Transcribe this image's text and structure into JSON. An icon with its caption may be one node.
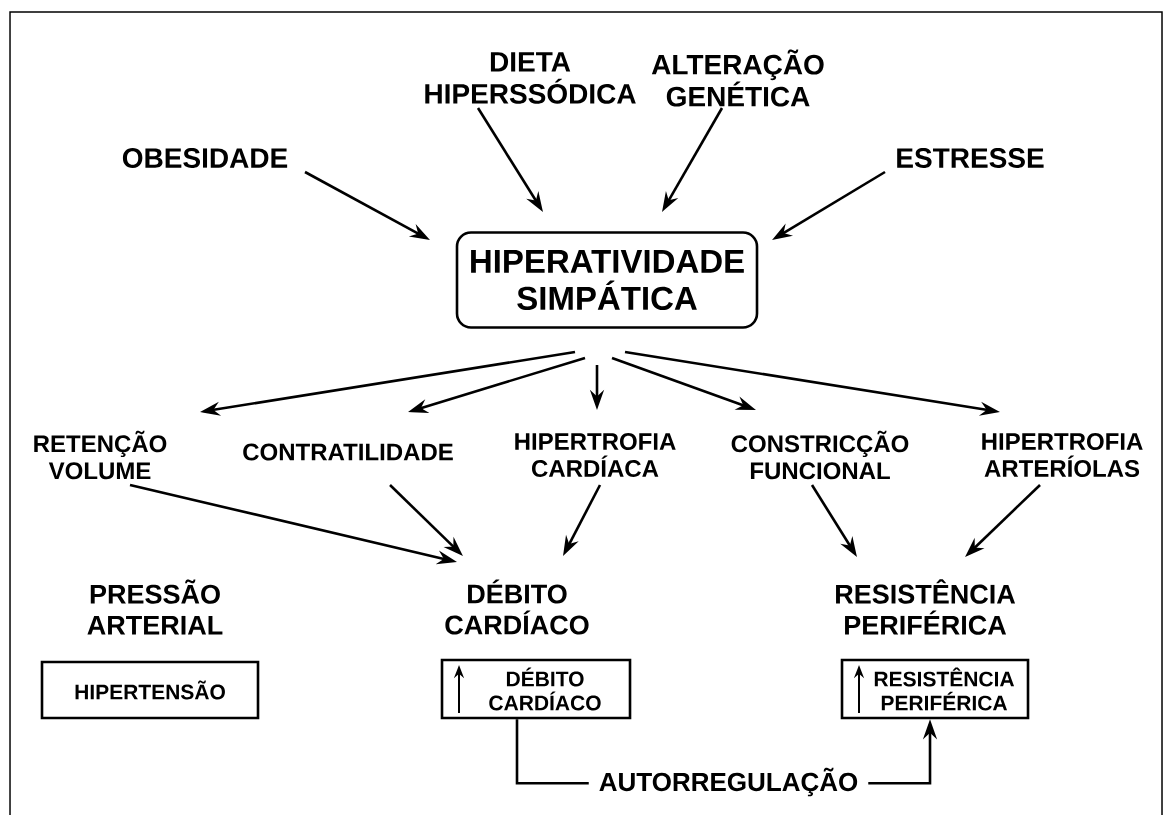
{
  "diagram": {
    "nodes": [
      {
        "text": [
          "OBESIDADE"
        ]
      },
      {
        "text": [
          "DIETA HIPERSSÓDICA"
        ]
      },
      {
        "text": [
          "ALTERAÇÃO GENÉTICA"
        ]
      },
      {
        "text": [
          "ESTRESSE"
        ]
      },
      {
        "text": [
          "HIPERATIVIDADE SIMPÁTICA"
        ]
      },
      {
        "text": [
          "RETENÇÃO VOLUME"
        ]
      },
      {
        "text": [
          "CONTRATILIDADE"
        ]
      },
      {
        "text": [
          "HIPERTROFIA CARDÍACA"
        ]
      },
      {
        "text": [
          "CONSTRICÇÃO FUNCIONAL"
        ]
      },
      {
        "text": [
          "HIPERTROFIA ARTERÍOLAS"
        ]
      },
      {
        "text": [
          "PRESSÃO ARTERIAL"
        ]
      },
      {
        "text": [
          "DÉBITO CARDÍACO"
        ]
      },
      {
        "text": [
          "RESISTÊNCIA PERIFÉRICA"
        ]
      },
      {
        "text": [
          "HIPERTENSÃO"
        ]
      },
      {
        "text": [
          "DÉBITO CARDÍACO"
        ]
      },
      {
        "text": [
          "RESISTÊNCIA PERIFÉRICA"
        ]
      }
    ],
    "edges": [
      {
        "from": 0,
        "to": 4,
        "arrow": "to"
      },
      {
        "from": 1,
        "to": 4,
        "arrow": "to"
      },
      {
        "from": 2,
        "to": 4,
        "arrow": "to"
      },
      {
        "from": 3,
        "to": 4,
        "arrow": "to"
      },
      {
        "from": 4,
        "to": 5,
        "arrow": "to"
      },
      {
        "from": 4,
        "to": 6,
        "arrow": "to"
      },
      {
        "from": 4,
        "to": 7,
        "arrow": "to"
      },
      {
        "from": 4,
        "to": 8,
        "arrow": "to"
      },
      {
        "from": 4,
        "to": 9,
        "arrow": "to"
      },
      {
        "from": 5,
        "to": 11,
        "arrow": "to"
      },
      {
        "from": 6,
        "to": 11,
        "arrow": "to"
      },
      {
        "from": 7,
        "to": 11,
        "arrow": "to"
      },
      {
        "from": 8,
        "to": 12,
        "arrow": "to"
      },
      {
        "from": 9,
        "to": 12,
        "arrow": "to"
      },
      {
        "from": 14,
        "to": 15,
        "arrow": "to",
        "label": "AUTORREGULAÇÃO"
      }
    ]
  }
}
